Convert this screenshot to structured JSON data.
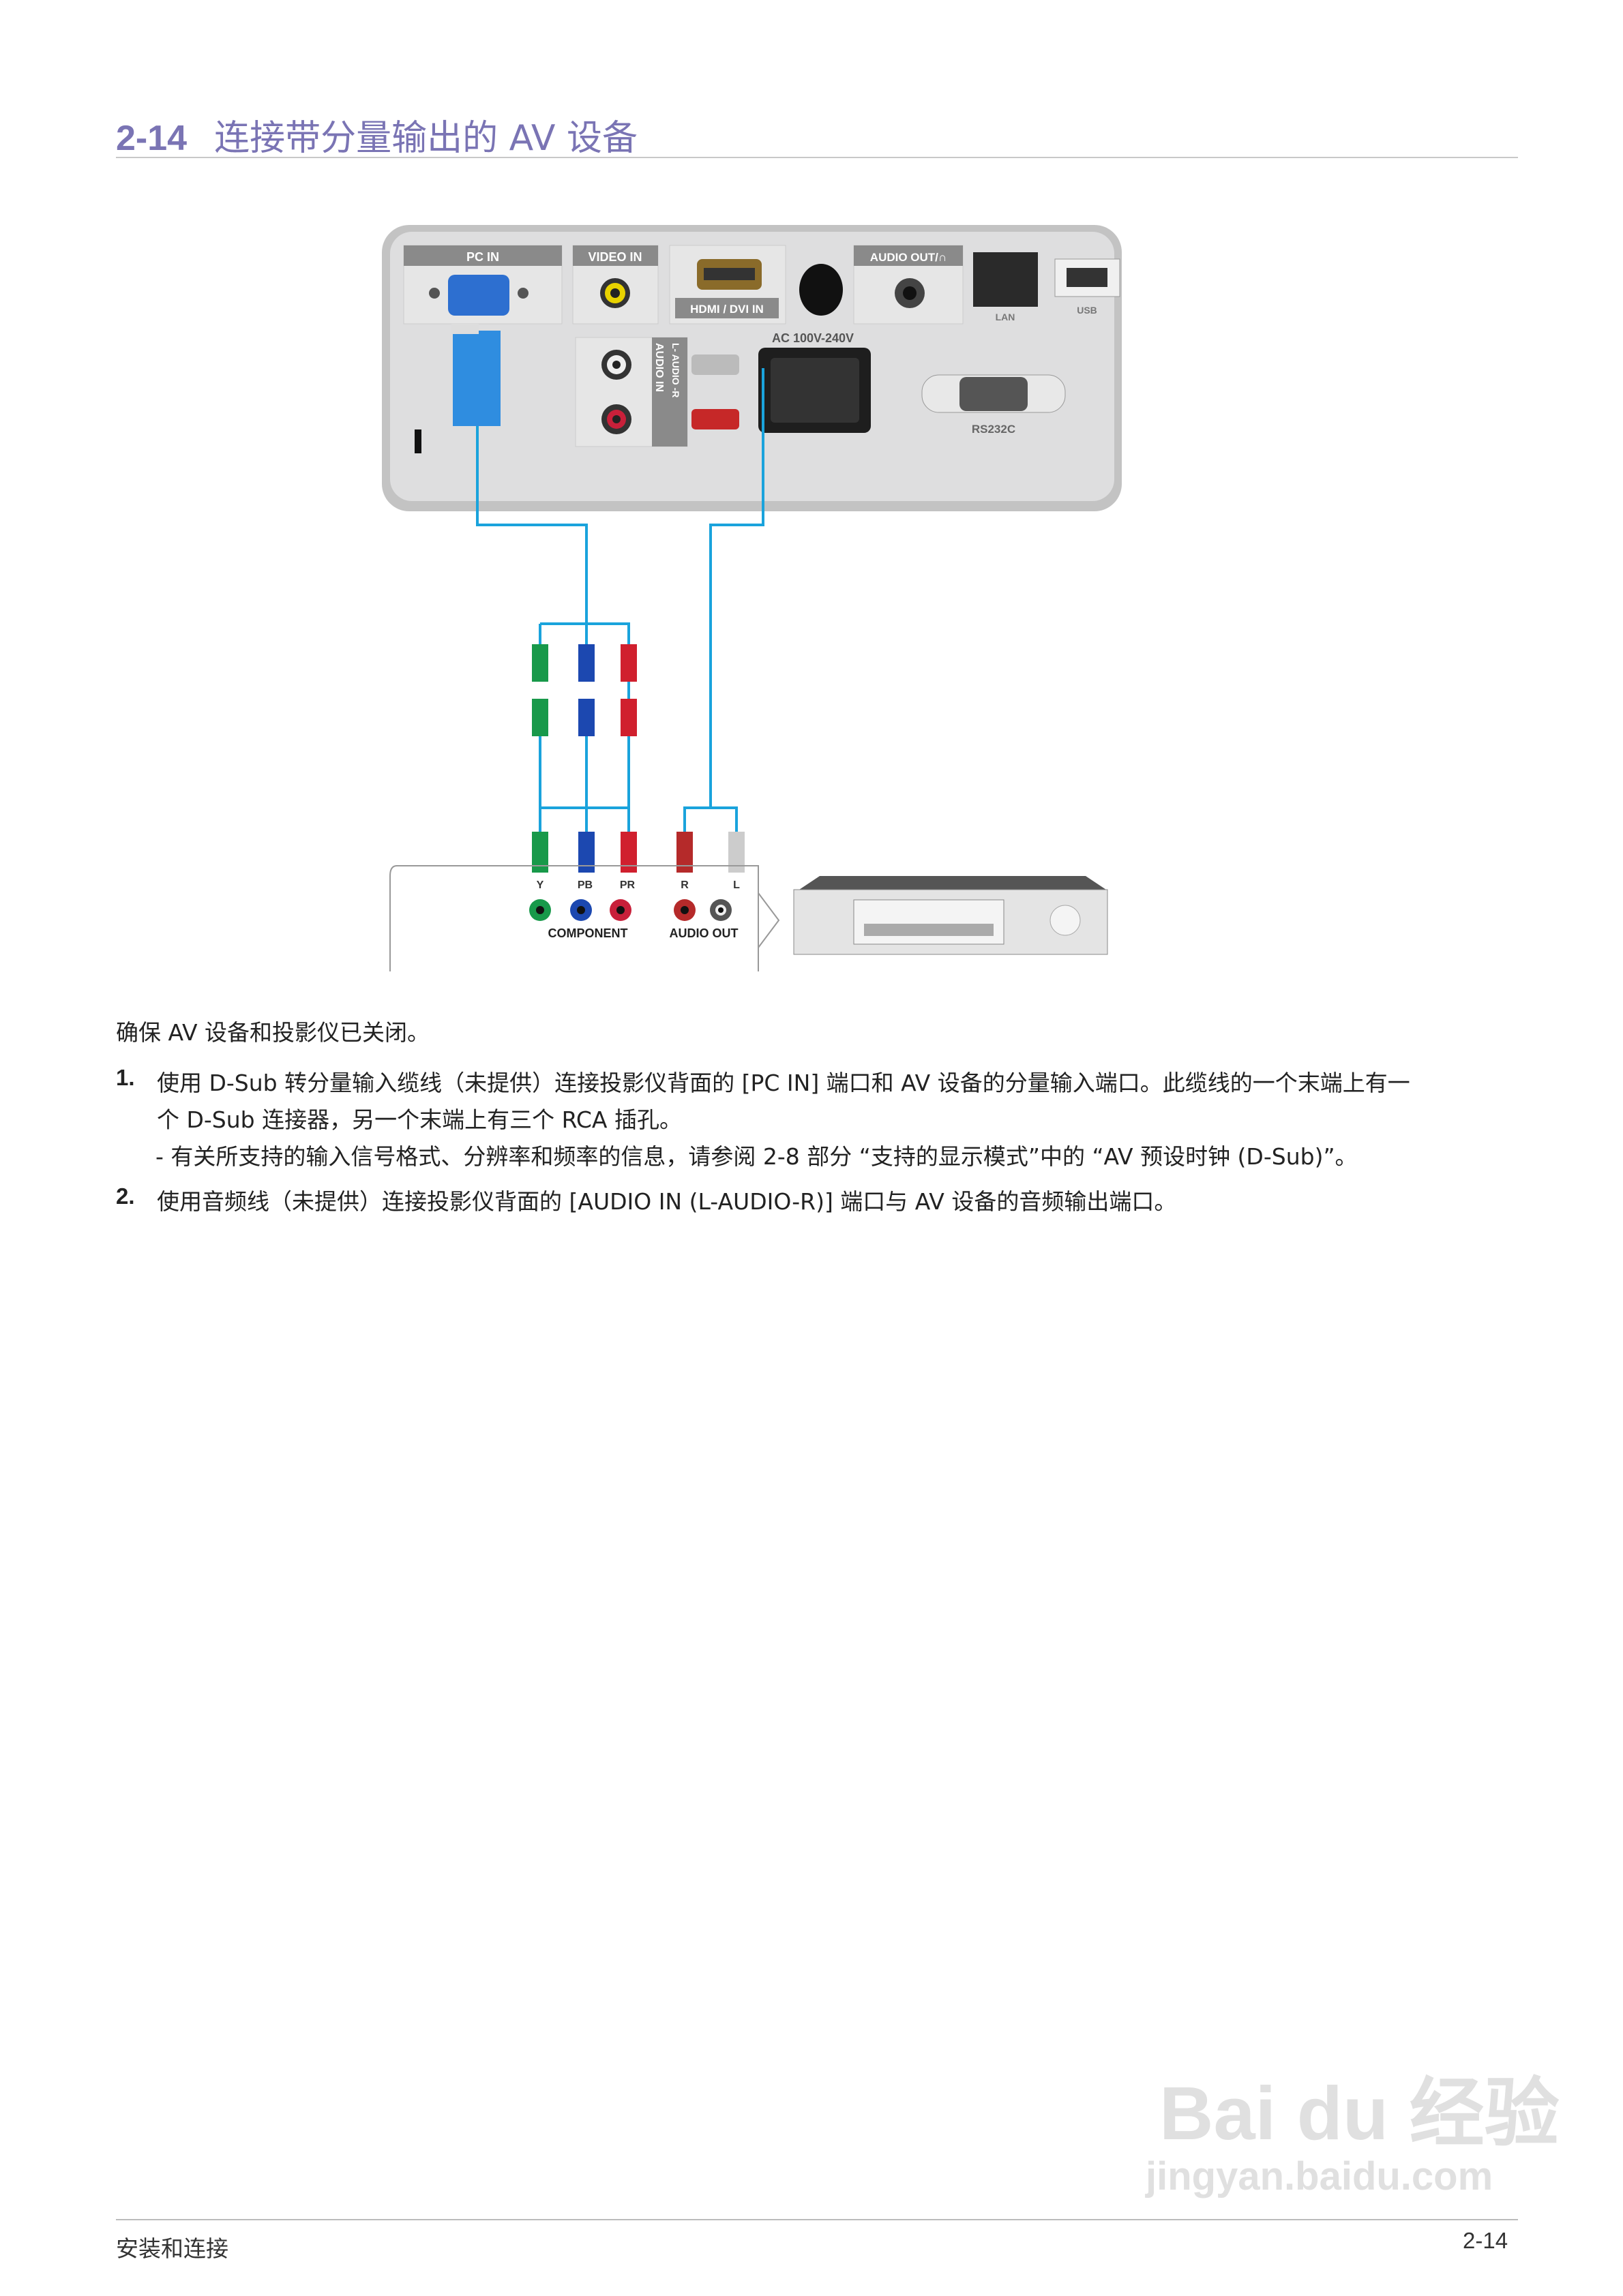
{
  "header": {
    "section_number": "2-14",
    "title": "连接带分量输出的 AV 设备"
  },
  "diagram": {
    "labels": {
      "pc_in": "PC IN",
      "video_in": "VIDEO IN",
      "hdmi": "HDMI / DVI IN",
      "audio_out_hp": "AUDIO OUT/∩",
      "lan": "LAN",
      "usb": "USB",
      "audio_in": "AUDIO IN",
      "audio_lr": "L- AUDIO -R",
      "ac": "AC 100V-240V",
      "rs232c": "RS232C",
      "y": "Y",
      "pb": "PB",
      "pr": "PR",
      "r": "R",
      "l": "L",
      "component": "COMPONENT",
      "audio_out": "AUDIO OUT"
    },
    "cable_color": "#1aa3dc"
  },
  "body": {
    "intro": "确保 AV 设备和投影仪已关闭。",
    "steps": [
      {
        "number": "1.",
        "line1": "使用 D-Sub 转分量输入缆线（未提供）连接投影仪背面的 [PC IN] 端口和 AV 设备的分量输入端口。此缆线的一个末端上有一",
        "line2": "个 D-Sub 连接器，另一个末端上有三个 RCA 插孔。",
        "note": "- 有关所支持的输入信号格式、分辨率和频率的信息，请参阅 2-8 部分 “支持的显示模式”中的 “AV 预设时钟 (D-Sub)”。"
      },
      {
        "number": "2.",
        "line1": "使用音频线（未提供）连接投影仪背面的 [AUDIO IN (L-AUDIO-R)] 端口与 AV 设备的音频输出端口。"
      }
    ]
  },
  "footer": {
    "chapter": "安装和连接",
    "page": "2-14"
  },
  "watermark": {
    "line1": "Bai du 经验",
    "line2": "jingyan.baidu.com"
  }
}
